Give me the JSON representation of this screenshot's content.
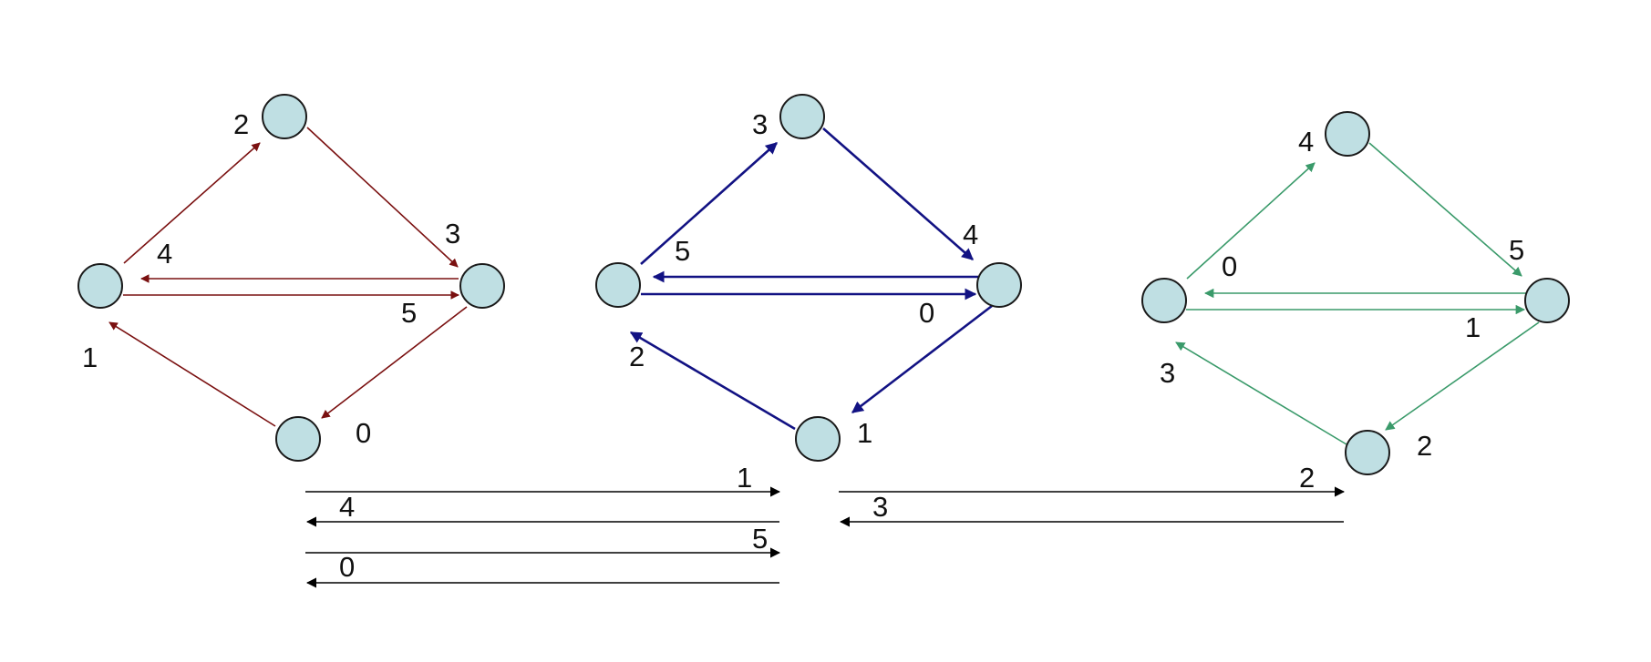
{
  "colors": {
    "red": "#7a1010",
    "blue": "#121283",
    "green": "#3a9a6a",
    "black": "#000000",
    "node_fill": "#bfdfe3"
  },
  "graphs": [
    {
      "name": "graph-red",
      "color": "red",
      "labels": [
        "2",
        "3",
        "4",
        "5",
        "1",
        "0"
      ]
    },
    {
      "name": "graph-blue",
      "color": "blue",
      "labels": [
        "3",
        "4",
        "5",
        "0",
        "2",
        "1"
      ]
    },
    {
      "name": "graph-green",
      "color": "green",
      "labels": [
        "4",
        "5",
        "0",
        "1",
        "3",
        "2"
      ]
    }
  ],
  "timeline": {
    "left_labels": [
      "1",
      "4",
      "5",
      "0"
    ],
    "right_labels": [
      "2",
      "3"
    ]
  }
}
